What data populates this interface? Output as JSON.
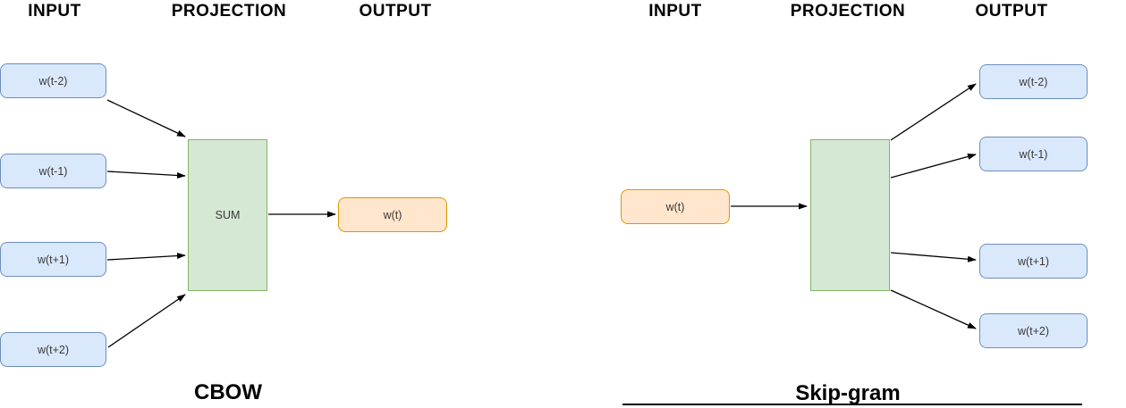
{
  "cbow": {
    "column_headers": [
      "INPUT",
      "PROJECTION",
      "OUTPUT"
    ],
    "input_nodes": [
      "w(t-2)",
      "w(t-1)",
      "w(t+1)",
      "w(t+2)"
    ],
    "projection_node": "SUM",
    "output_node": "w(t)",
    "title": "CBOW"
  },
  "skipgram": {
    "column_headers": [
      "INPUT",
      "PROJECTION",
      "OUTPUT"
    ],
    "input_node": "w(t)",
    "output_nodes": [
      "w(t-2)",
      "w(t-1)",
      "w(t+1)",
      "w(t+2)"
    ],
    "title": "Skip-gram"
  },
  "colors": {
    "context_node_fill": "#dae8fc",
    "context_node_border": "#6c8ebf",
    "projection_fill": "#d5e8d4",
    "projection_border": "#82b366",
    "center_node_fill": "#ffe6cc",
    "center_node_border": "#d79b00",
    "arrow": "#000000"
  }
}
